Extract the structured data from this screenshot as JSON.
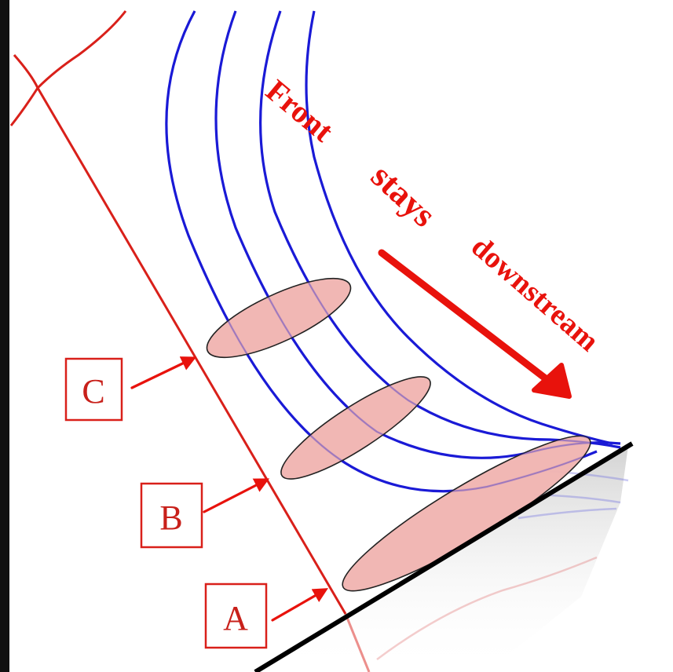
{
  "annotation": {
    "words": [
      "Front",
      "stays",
      "downstream"
    ],
    "color": "#e8120c"
  },
  "labels": {
    "a": "A",
    "b": "B",
    "c": "C"
  },
  "colors": {
    "streamline": "#1a1ad6",
    "red_line": "#d9201a",
    "ellipse_fill": "#f0b3b0",
    "box_border": "#d9201a",
    "label_text": "#c8201a",
    "wall": "#000000"
  }
}
